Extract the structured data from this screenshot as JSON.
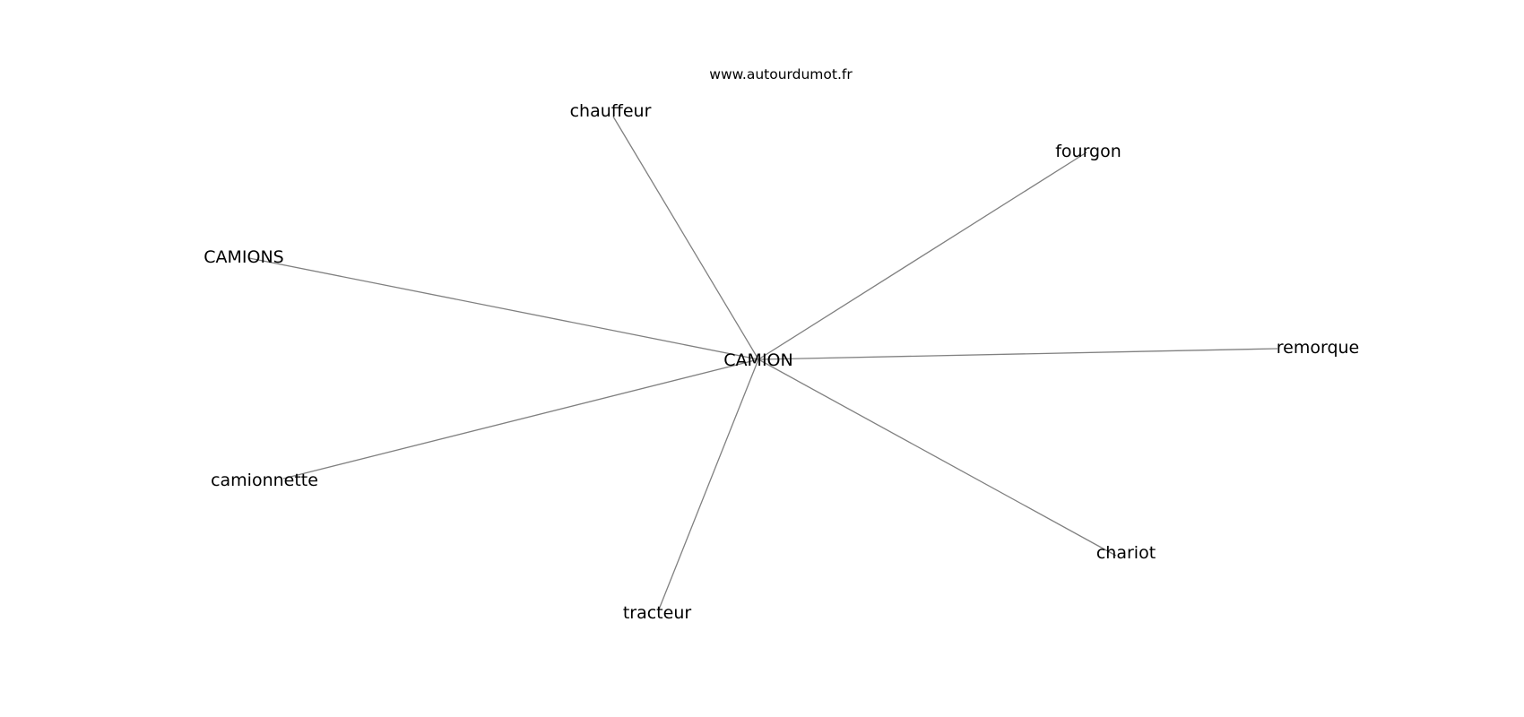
{
  "source": "www.autourdumot.fr",
  "center": {
    "id": "camion",
    "label": "CAMION"
  },
  "nodes": [
    {
      "id": "chauffeur",
      "label": "chauffeur"
    },
    {
      "id": "fourgon",
      "label": "fourgon"
    },
    {
      "id": "camions",
      "label": "CAMIONS"
    },
    {
      "id": "remorque",
      "label": "remorque"
    },
    {
      "id": "camionnette",
      "label": "camionnette"
    },
    {
      "id": "chariot",
      "label": "chariot"
    },
    {
      "id": "tracteur",
      "label": "tracteur"
    }
  ],
  "edges": [
    {
      "from": "camion",
      "to": "chauffeur"
    },
    {
      "from": "camion",
      "to": "fourgon"
    },
    {
      "from": "camion",
      "to": "camions"
    },
    {
      "from": "camion",
      "to": "remorque"
    },
    {
      "from": "camion",
      "to": "camionnette"
    },
    {
      "from": "camion",
      "to": "chariot"
    },
    {
      "from": "camion",
      "to": "tracteur"
    }
  ],
  "colors": {
    "edge": "#808080",
    "text": "#000000",
    "background": "#ffffff"
  }
}
